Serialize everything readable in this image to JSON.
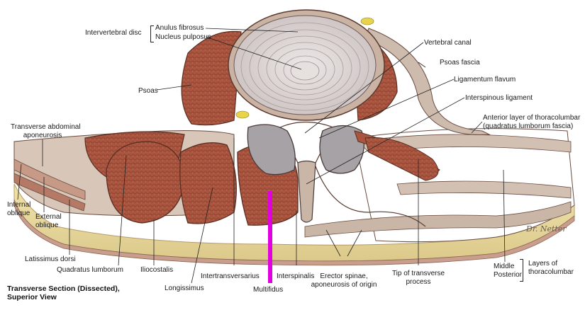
{
  "figure": {
    "caption_line1": "Transverse Section (Dissected),",
    "caption_line2": "Superior View",
    "signature": "Dr. Netter",
    "colors": {
      "muscle": "#a9553f",
      "muscle_dark": "#7d3527",
      "fascia": "#c9b6a6",
      "fat": "#e8d89a",
      "disc": "#d9d3d2",
      "outline": "#5a3a30",
      "highlight": "#e000e0"
    }
  },
  "labels": {
    "intervertebral_disc": "Intervertebral disc",
    "anulus_fibrosus": "Anulus fibrosus",
    "nucleus_pulposus": "Nucleus pulposus",
    "vertebral_canal": "Vertebral canal",
    "psoas_fascia": "Psoas fascia",
    "ligamentum_flavum": "Ligamentum flavum",
    "interspinous_ligament": "Interspinous ligament",
    "psoas": "Psoas",
    "anterior_layer_line1": "Anterior layer of thoracolumbar",
    "anterior_layer_line2": "(quadratus lumborum fascia)",
    "transverse_abdominal_line1": "Transverse abdominal",
    "transverse_abdominal_line2": "aponeurosis",
    "internal_oblique_line1": "Internal",
    "internal_oblique_line2": "oblique",
    "external_oblique_line1": "External",
    "external_oblique_line2": "oblique",
    "latissimus_dorsi": "Latissimus dorsi",
    "quadratus_lumborum": "Quadratus lumborum",
    "iliocostalis": "Iliocostalis",
    "longissimus": "Longissimus",
    "intertransversarius": "Intertransversarius",
    "multifidus": "Multifidus",
    "interspinalis": "Interspinalis",
    "erector_spinae_line1": "Erector spinae,",
    "erector_spinae_line2": "aponeurosis of origin",
    "tip_transverse_line1": "Tip of transverse",
    "tip_transverse_line2": "process",
    "middle": "Middle",
    "posterior": "Posterior",
    "layers_line1": "Layers of",
    "layers_line2": "thoracolumbar"
  }
}
